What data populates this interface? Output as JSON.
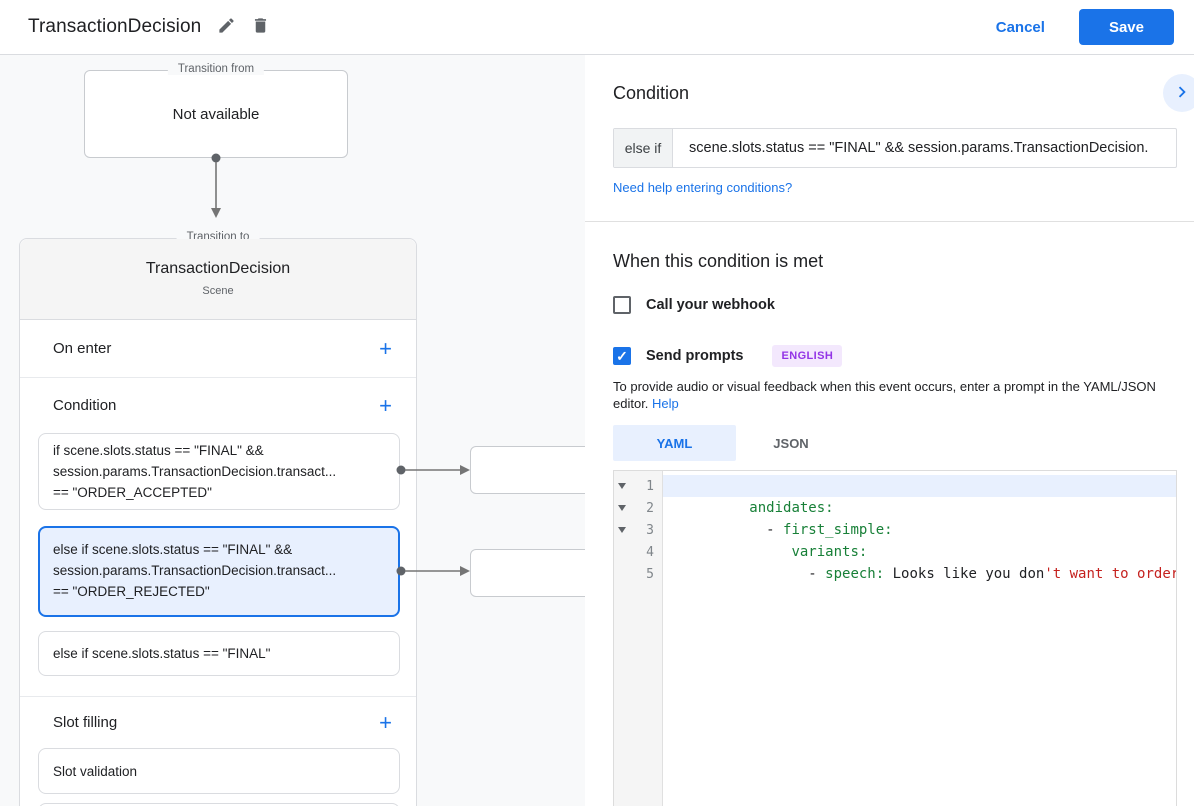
{
  "topbar": {
    "title": "TransactionDecision",
    "cancel_label": "Cancel",
    "save_label": "Save"
  },
  "add_label": "+",
  "canvas": {
    "transition_from": {
      "legend": "Transition from",
      "value": "Not available"
    },
    "transition_to": {
      "legend": "Transition to",
      "title": "TransactionDecision",
      "subtitle": "Scene",
      "on_enter_label": "On enter",
      "condition_label": "Condition",
      "slot_filling_label": "Slot filling",
      "condition_cards": [
        {
          "lines": [
            "if scene.slots.status == \"FINAL\" &&",
            "session.params.TransactionDecision.transact...",
            "== \"ORDER_ACCEPTED\""
          ],
          "selected": false
        },
        {
          "lines": [
            "else if scene.slots.status == \"FINAL\" &&",
            "session.params.TransactionDecision.transact...",
            "== \"ORDER_REJECTED\""
          ],
          "selected": true
        },
        {
          "lines": [
            "else if scene.slots.status == \"FINAL\""
          ],
          "selected": false
        }
      ],
      "slot_cards": [
        {
          "label": "Slot validation"
        }
      ]
    }
  },
  "panel": {
    "condition": {
      "heading": "Condition",
      "prefix": "else if",
      "expression": "scene.slots.status == \"FINAL\" && session.params.TransactionDecision.",
      "help_link": "Need help entering conditions?"
    },
    "when_met": {
      "heading": "When this condition is met",
      "webhook_label": "Call your webhook",
      "prompts_label": "Send prompts",
      "language_badge": "ENGLISH",
      "description_line1": "To provide audio or visual feedback when this event occurs, enter a prompt in the YAML/JSON",
      "description_line2": "editor.",
      "help_label": "Help"
    },
    "editor": {
      "tabs": [
        {
          "label": "YAML",
          "active": true
        },
        {
          "label": "JSON",
          "active": false
        }
      ],
      "lines": [
        {
          "num": "1",
          "segments": [
            {
              "text": "andidates:",
              "color": "key"
            }
          ]
        },
        {
          "num": "2",
          "segments": [
            {
              "text": "  - ",
              "color": "plain"
            },
            {
              "text": "first_simple:",
              "color": "key"
            }
          ]
        },
        {
          "num": "3",
          "segments": [
            {
              "text": "     ",
              "color": "plain"
            },
            {
              "text": "variants:",
              "color": "key"
            }
          ]
        },
        {
          "num": "4",
          "segments": [
            {
              "text": "       - ",
              "color": "plain"
            },
            {
              "text": "speech:",
              "color": "key"
            },
            {
              "text": " Looks like you don",
              "color": "plain"
            },
            {
              "text": "'t want to order anyt",
              "color": "str"
            }
          ]
        },
        {
          "num": "5",
          "segments": []
        }
      ]
    }
  },
  "colors": {
    "accent_blue": "#1a73e8",
    "selected_card_bg": "#e8f0fe",
    "canvas_bg": "#f8f9fa",
    "badge_purple": "#9334e6",
    "badge_bg": "#f3e8fd",
    "code_key_green": "#188038",
    "code_string_red": "#c5221f"
  }
}
